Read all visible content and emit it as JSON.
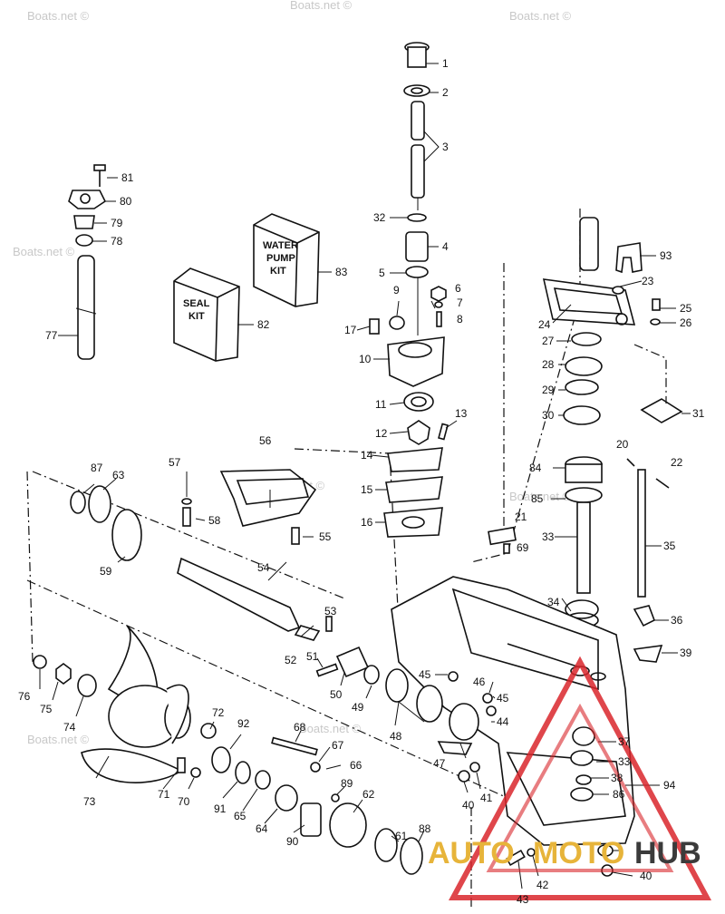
{
  "watermark": "Boats.net ©",
  "logo": {
    "brand_auto": "AUTO",
    "brand_moto": "MOTO",
    "brand_hub": "HUB",
    "triangle_color": "#d9262b",
    "text_gold": "#e7b43a",
    "text_dark": "#3b3b3b"
  },
  "kits": {
    "seal_kit_line1": "SEAL",
    "seal_kit_line2": "KIT",
    "water_pump_kit_line1": "WATER",
    "water_pump_kit_line2": "PUMP",
    "water_pump_kit_line3": "KIT"
  },
  "callouts": [
    "1",
    "2",
    "3",
    "4",
    "5",
    "6",
    "7",
    "8",
    "9",
    "10",
    "11",
    "12",
    "13",
    "14",
    "15",
    "16",
    "17",
    "20",
    "21",
    "22",
    "23",
    "24",
    "25",
    "26",
    "27",
    "28",
    "29",
    "30",
    "31",
    "32",
    "33",
    "33",
    "34",
    "35",
    "36",
    "37",
    "38",
    "39",
    "40",
    "40",
    "41",
    "42",
    "43",
    "44",
    "45",
    "45",
    "46",
    "47",
    "48",
    "49",
    "50",
    "51",
    "52",
    "53",
    "54",
    "55",
    "56",
    "57",
    "58",
    "59",
    "61",
    "62",
    "63",
    "64",
    "65",
    "66",
    "67",
    "68",
    "69",
    "70",
    "71",
    "72",
    "73",
    "74",
    "75",
    "76",
    "77",
    "78",
    "79",
    "80",
    "81",
    "82",
    "83",
    "84",
    "85",
    "86",
    "87",
    "88",
    "89",
    "90",
    "91",
    "92",
    "93",
    "94"
  ]
}
